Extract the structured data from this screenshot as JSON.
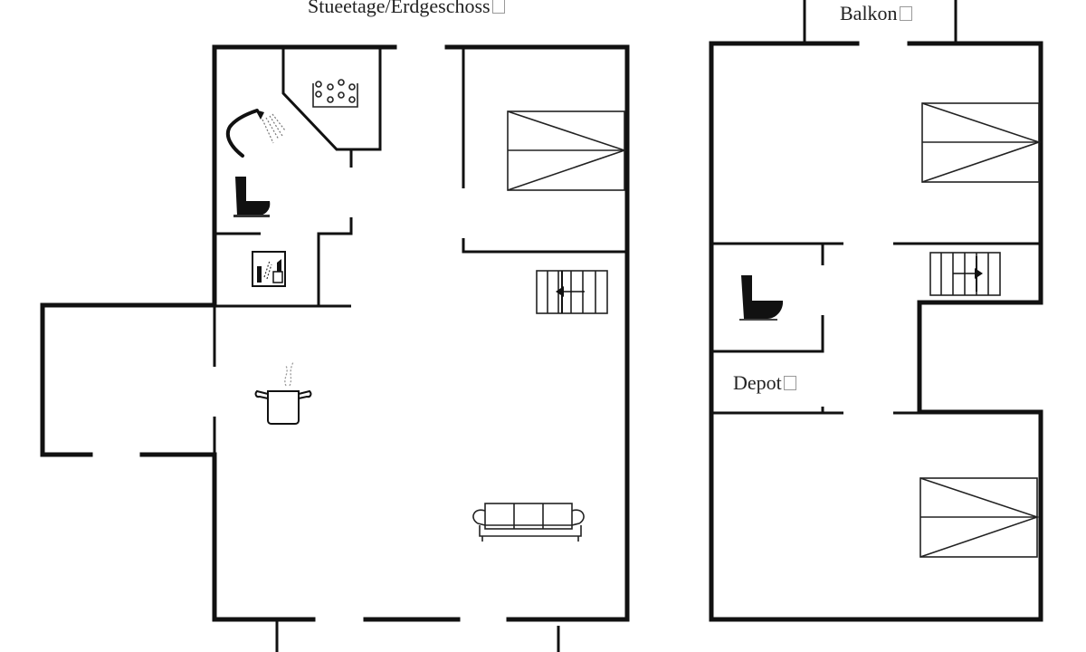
{
  "floors": [
    {
      "id": "ground",
      "title": "Stueetage/Erdgeschoss",
      "rooms": [
        {
          "type": "bathroom",
          "fixtures": [
            "jacuzzi",
            "shower",
            "toilet"
          ]
        },
        {
          "type": "utility",
          "fixtures": [
            "washing-machine"
          ]
        },
        {
          "type": "bedroom",
          "fixtures": [
            "double-bed"
          ]
        },
        {
          "type": "kitchen",
          "fixtures": [
            "cooking-pot"
          ]
        },
        {
          "type": "living-room",
          "fixtures": [
            "sofa"
          ]
        },
        {
          "type": "annex",
          "fixtures": []
        }
      ],
      "stairs": {
        "direction": "left"
      }
    },
    {
      "id": "upper",
      "labels": {
        "balcony": "Balkon",
        "depot": "Depot"
      },
      "rooms": [
        {
          "type": "bedroom",
          "fixtures": [
            "double-bed"
          ]
        },
        {
          "type": "toilet",
          "fixtures": [
            "toilet"
          ]
        },
        {
          "type": "depot",
          "fixtures": []
        },
        {
          "type": "bedroom",
          "fixtures": [
            "double-bed"
          ]
        }
      ],
      "stairs": {
        "direction": "right"
      }
    }
  ],
  "colors": {
    "wall": "#111111",
    "background": "#ffffff",
    "text": "#222222"
  }
}
